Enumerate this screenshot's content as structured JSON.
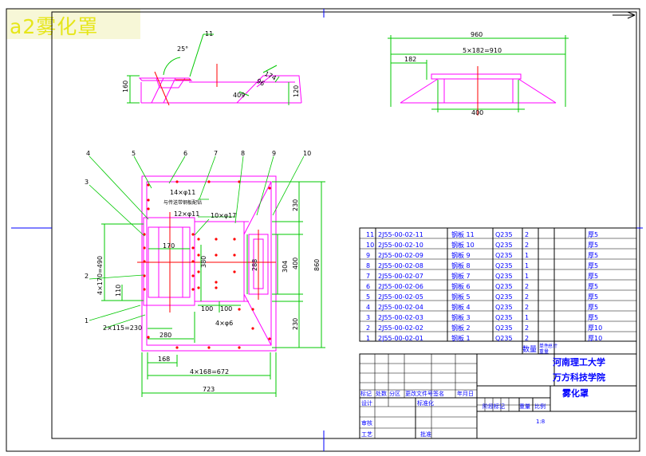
{
  "banner": {
    "title": "a2雾化罩"
  },
  "colors": {
    "frame": "#000000",
    "body": "#ff00ff",
    "dims": "#00c800",
    "cut": "#ff0000",
    "text": "#0000ff",
    "banner_bg": "#f7f7d7",
    "banner_text": "#e6e61a"
  },
  "top_view": {
    "dims": {
      "angle": "25°",
      "height": "160",
      "side_h": "120",
      "w1": "174",
      "w2": "96",
      "w3": "409"
    },
    "callout": "11"
  },
  "right_view": {
    "dims": {
      "overall": "960",
      "first": "182",
      "pitch": "5×182=910",
      "base": "400"
    }
  },
  "main_view": {
    "callouts": [
      "1",
      "2",
      "3",
      "4",
      "5",
      "6",
      "7",
      "8",
      "9",
      "10"
    ],
    "holes": {
      "a": "14×φ11",
      "a_note": "与传送带钢板配钻",
      "b": "12×φ11",
      "c": "10×φ17",
      "d": "4×φ6"
    },
    "dims": {
      "h490": "4×170=490",
      "d110": "110",
      "d170": "170",
      "d380": "380",
      "d100a": "100",
      "d100b": "100",
      "d288": "288",
      "d304": "304",
      "d400": "400",
      "d860": "860",
      "d230a": "230",
      "d230b": "230",
      "d2x115": "2×115=230",
      "d280": "280",
      "d168": "168",
      "d4x168": "4×168=672",
      "d723": "723"
    }
  },
  "parts_table": {
    "rows": [
      {
        "no": "11",
        "code": "2J55-00-02-11",
        "name": "钢板 11",
        "mat": "Q235",
        "qty": "2",
        "note": "厚5"
      },
      {
        "no": "10",
        "code": "2J55-00-02-10",
        "name": "钢板 10",
        "mat": "Q235",
        "qty": "2",
        "note": "厚5"
      },
      {
        "no": "9",
        "code": "2J55-00-02-09",
        "name": "钢板 9",
        "mat": "Q235",
        "qty": "1",
        "note": "厚5"
      },
      {
        "no": "8",
        "code": "2J55-00-02-08",
        "name": "钢板 8",
        "mat": "Q235",
        "qty": "1",
        "note": "厚5"
      },
      {
        "no": "7",
        "code": "2J55-00-02-07",
        "name": "钢板 7",
        "mat": "Q235",
        "qty": "1",
        "note": "厚5"
      },
      {
        "no": "6",
        "code": "2J55-00-02-06",
        "name": "钢板 6",
        "mat": "Q235",
        "qty": "2",
        "note": "厚5"
      },
      {
        "no": "5",
        "code": "2J55-00-02-05",
        "name": "钢板 5",
        "mat": "Q235",
        "qty": "2",
        "note": "厚5"
      },
      {
        "no": "4",
        "code": "2J55-00-02-04",
        "name": "钢板 4",
        "mat": "Q235",
        "qty": "2",
        "note": "厚5"
      },
      {
        "no": "3",
        "code": "2J55-00-02-03",
        "name": "钢板 3",
        "mat": "Q235",
        "qty": "1",
        "note": "厚5"
      },
      {
        "no": "2",
        "code": "2J55-00-02-02",
        "name": "钢板 2",
        "mat": "Q235",
        "qty": "2",
        "note": "厚10"
      },
      {
        "no": "1",
        "code": "2J55-00-02-01",
        "name": "钢板 1",
        "mat": "Q235",
        "qty": "2",
        "note": "厚10"
      }
    ],
    "header": {
      "qty": "数量",
      "unit_wt": "单件",
      "total_wt": "总计",
      "weight": "重量"
    }
  },
  "title_block": {
    "school": "河南理工大学",
    "college": "万方科技学院",
    "drawing_name": "雾化罩",
    "scale": "1:8",
    "labels": {
      "mark": "标记",
      "count": "处数",
      "zone": "分区",
      "doc_no": "更改文件号",
      "sign": "签名",
      "date": "年月日",
      "design": "设计",
      "std": "标准化",
      "review": "审核",
      "process": "工艺",
      "approve": "批准",
      "stage_mark": "阶段标记",
      "weight": "重量",
      "ratio": "比例"
    }
  }
}
